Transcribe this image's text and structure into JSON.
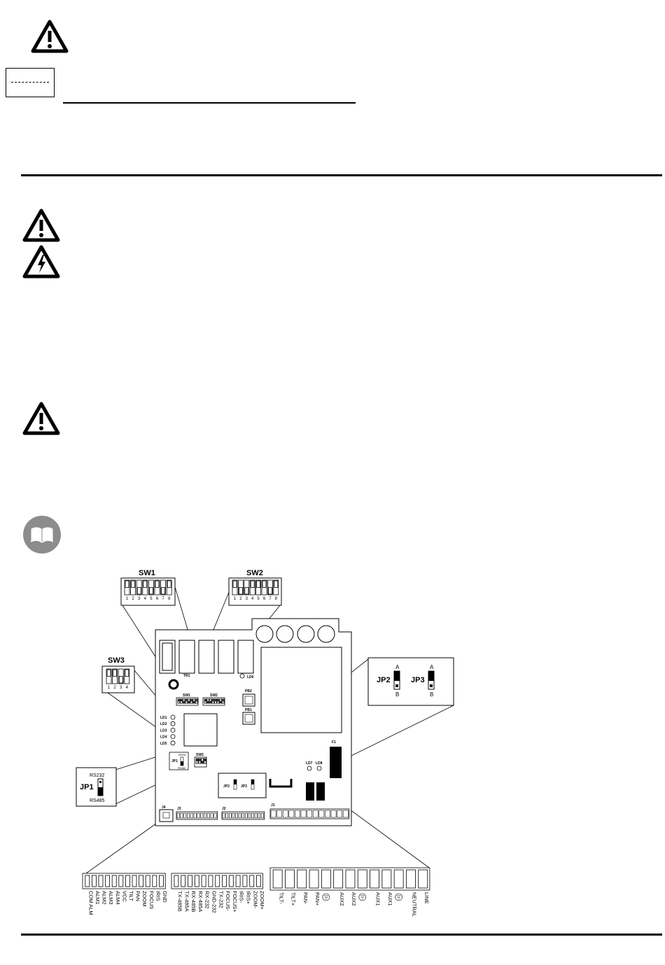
{
  "diagram": {
    "sw1_label": "SW1",
    "sw2_label": "SW2",
    "sw3_label": "SW3",
    "dip_numbers_8": [
      "1",
      "2",
      "3",
      "4",
      "5",
      "6",
      "7",
      "8"
    ],
    "dip_numbers_4": [
      "1",
      "2",
      "3",
      "4"
    ],
    "jp1_label": "JP1",
    "jp1_top": "RS232",
    "jp1_bottom": "RS485",
    "jp2_label": "JP2",
    "jp3_label": "JP3",
    "jp_a": "A",
    "jp_b": "B",
    "board": {
      "tr1": "TR1",
      "ld6": "LD6",
      "pb2": "PB2",
      "pb1": "PB1",
      "sw1": "SW1",
      "sw2": "SW2",
      "sw3": "SW3",
      "jp1": "JP1",
      "jp1_top": "RS232",
      "jp1_bottom": "RS485",
      "jp2": "JP2",
      "jp3": "JP3",
      "leds": [
        "LD1",
        "LD2",
        "LD3",
        "LD4",
        "LD5"
      ],
      "ld7": "LD7",
      "ld8": "LD8",
      "f1": "F1",
      "j4": "J4",
      "j3": "J3",
      "j2": "J2",
      "j1": "J1"
    },
    "j3_terminals": [
      "COM ALM",
      "ALM1",
      "ALM2",
      "ALM3",
      "ALM4",
      "VCC",
      "TILT",
      "PAN",
      "ZOOM",
      "FOCUS",
      "IRIS",
      "GND"
    ],
    "j2_terminals": [
      "TX-485B",
      "TX-485A",
      "RX-485B",
      "RX-485A",
      "RX-232",
      "GND-232",
      "TX-232",
      "FOCUS-",
      "FOCUS+",
      "IRIS-",
      "IRIS+",
      "ZOOM-",
      "ZOOM+"
    ],
    "j1_terminals": [
      "TILT-",
      "TILT+",
      "PAN-",
      "PAN+",
      "⏚",
      "AUX2",
      "AUX2",
      "⏚",
      "AUX1",
      "AUX1",
      "⏚",
      "NEUTRAL",
      "LINE"
    ]
  }
}
